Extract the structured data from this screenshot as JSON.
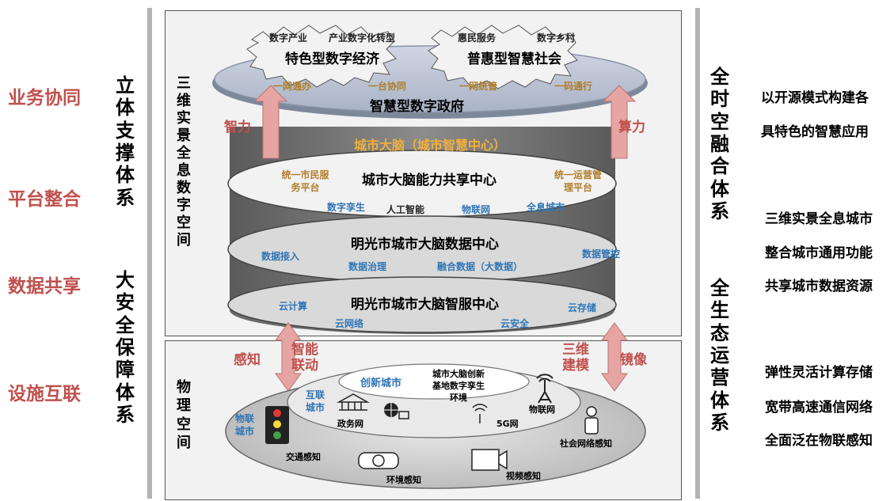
{
  "left_labels": [
    "业务协同",
    "平台整合",
    "数据共享",
    "设施互联"
  ],
  "left_vertical_top": "立体支撑体系",
  "left_vertical_bottom": "大安全保障体系",
  "panel_top_vertical": "三维实景全息数字空间",
  "panel_bottom_vertical": "物理空间",
  "top_ellipse": {
    "cloud_left": {
      "items": [
        "数字产业",
        "产业数字化转型"
      ],
      "title": "特色型数字经济"
    },
    "cloud_right": {
      "items": [
        "惠民服务",
        "数字乡村"
      ],
      "title": "普惠型智慧社会"
    },
    "items": [
      "一网通办",
      "一台协同",
      "一网统管",
      "一码通行"
    ],
    "title": "智慧型数字政府"
  },
  "arrows": {
    "left_up": "智力",
    "right_up": "算力",
    "left_bidir": "感知",
    "right_bidir": "镜像",
    "mid_left": "智能联动",
    "mid_right": "三维建模"
  },
  "brain": {
    "title": "城市大脑（城市智慧中心）",
    "layer1": {
      "title": "城市大脑能力共享中心",
      "left": "统一市民服务平台",
      "right": "统一运营管理平台",
      "items": [
        "数字孪生",
        "人工智能",
        "物联网",
        "全息城市"
      ]
    },
    "layer2": {
      "title": "明光市城市大脑数据中心",
      "items": [
        "数据接入",
        "数据治理",
        "融合数据（大数据）",
        "数据管控"
      ]
    },
    "layer3": {
      "title": "明光市城市大脑智服中心",
      "items": [
        "云计算",
        "云网络",
        "云安全",
        "云存储"
      ]
    }
  },
  "physical": {
    "innovation": "创新城市",
    "innovation_text": "城市大脑创新基地数字孪生环境",
    "inner_label": "互联城市",
    "outer_label": "物联城市",
    "items": [
      "政务网",
      "5G网",
      "物联网",
      "社会网络感知",
      "交通感知",
      "环境感知",
      "视频感知"
    ]
  },
  "right_vertical_top": "全时空融合体系",
  "right_vertical_bottom": "全生态运营体系",
  "right_text_top": [
    "以开源模式构建各",
    "具特色的智慧应用"
  ],
  "right_text_mid": [
    "三维实景全息城市",
    "整合城市通用功能",
    "共享城市数据资源"
  ],
  "right_text_bottom": [
    "弹性灵活计算存储",
    "宽带高速通信网络",
    "全面泛在物联感知"
  ],
  "colors": {
    "accent_red": "#c0504d",
    "arrow_pink": "#e6a4a2",
    "cylinder_dark": "#767676",
    "ellipse_light": "#d9d9d9",
    "blue_text": "#2e75b6",
    "gold_text": "#f0b03c"
  }
}
